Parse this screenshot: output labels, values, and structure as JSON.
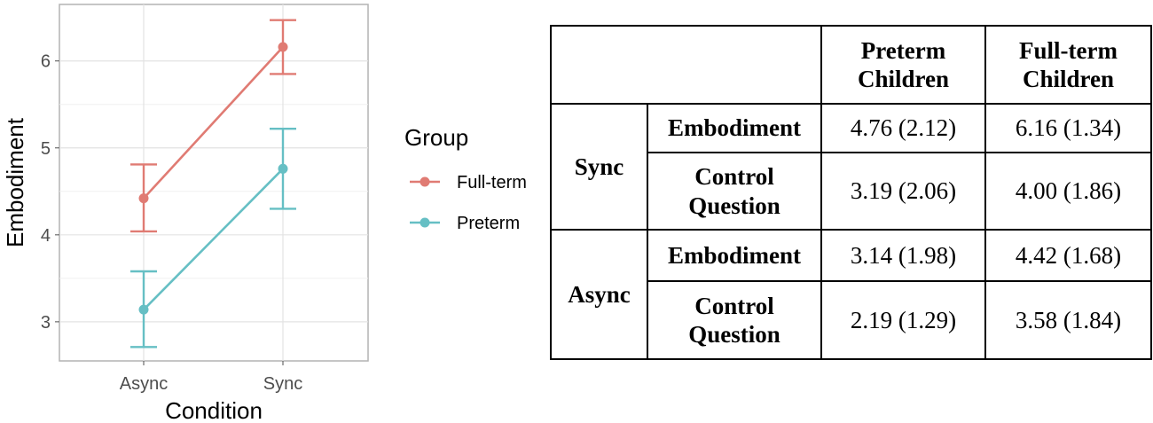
{
  "chart_data": {
    "type": "line",
    "xlabel": "Condition",
    "ylabel": "Embodiment",
    "categories": [
      "Async",
      "Sync"
    ],
    "y_ticks": [
      "3",
      "4",
      "5",
      "6"
    ],
    "ylim": [
      2.55,
      6.65
    ],
    "grid": true,
    "legend_title": "Group",
    "legend_placement": "right",
    "series": [
      {
        "name": "Full-term",
        "color": "#E07B73",
        "values": [
          4.42,
          6.16
        ],
        "error_low": [
          4.04,
          5.85
        ],
        "error_high": [
          4.81,
          6.47
        ]
      },
      {
        "name": "Preterm",
        "color": "#66BFC4",
        "values": [
          3.14,
          4.76
        ],
        "error_low": [
          2.71,
          4.3
        ],
        "error_high": [
          3.58,
          5.22
        ]
      }
    ]
  },
  "table": {
    "headers": [
      "Preterm Children",
      "Full-term Children"
    ],
    "groups": [
      {
        "label": "Sync",
        "rows": [
          {
            "measure": "Embodiment",
            "values": [
              "4.76 (2.12)",
              "6.16 (1.34)"
            ]
          },
          {
            "measure": "Control Question",
            "values": [
              "3.19 (2.06)",
              "4.00 (1.86)"
            ]
          }
        ]
      },
      {
        "label": "Async",
        "rows": [
          {
            "measure": "Embodiment",
            "values": [
              "3.14 (1.98)",
              "4.42 (1.68)"
            ]
          },
          {
            "measure": "Control Question",
            "values": [
              "2.19 (1.29)",
              "3.58 (1.84)"
            ]
          }
        ]
      }
    ]
  }
}
